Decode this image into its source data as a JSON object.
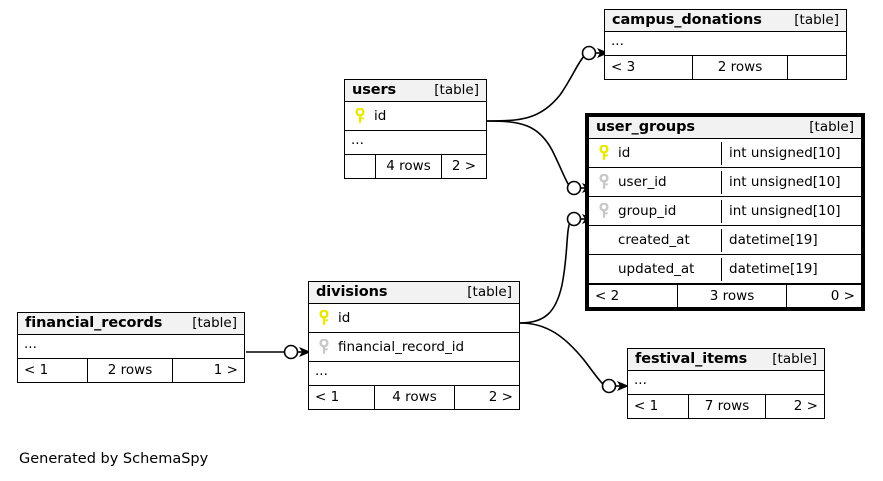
{
  "diagram": {
    "caption": "Generated by SchemaSpy",
    "table_tag": "[table]",
    "ellipsis": "...",
    "colors": {
      "background": "#ffffff",
      "header_fill": "#f2f2f2",
      "border": "#000000",
      "primary_key": "#e8e800",
      "foreign_key": "#c8c8c8",
      "edge": "#000000"
    }
  },
  "tables": {
    "campus_donations": {
      "name": "campus_donations",
      "tag": "[table]",
      "columns": [],
      "has_ellipsis": true,
      "ellipsis": "...",
      "footer": {
        "left": "< 3",
        "center": "2 rows",
        "right": ""
      }
    },
    "users": {
      "name": "users",
      "tag": "[table]",
      "columns": [
        {
          "name": "id",
          "key": "primary",
          "type": ""
        }
      ],
      "has_ellipsis": true,
      "ellipsis": "...",
      "footer": {
        "left": "",
        "center": "4 rows",
        "right": "2 >"
      }
    },
    "user_groups": {
      "name": "user_groups",
      "tag": "[table]",
      "highlighted": true,
      "columns": [
        {
          "name": "id",
          "key": "primary",
          "type": "int unsigned[10]"
        },
        {
          "name": "user_id",
          "key": "foreign",
          "type": "int unsigned[10]"
        },
        {
          "name": "group_id",
          "key": "foreign",
          "type": "int unsigned[10]"
        },
        {
          "name": "created_at",
          "key": "none",
          "type": "datetime[19]"
        },
        {
          "name": "updated_at",
          "key": "none",
          "type": "datetime[19]"
        }
      ],
      "has_ellipsis": false,
      "footer": {
        "left": "< 2",
        "center": "3 rows",
        "right": "0 >"
      }
    },
    "divisions": {
      "name": "divisions",
      "tag": "[table]",
      "columns": [
        {
          "name": "id",
          "key": "primary",
          "type": ""
        },
        {
          "name": "financial_record_id",
          "key": "foreign",
          "type": ""
        }
      ],
      "has_ellipsis": true,
      "ellipsis": "...",
      "footer": {
        "left": "< 1",
        "center": "4 rows",
        "right": "2 >"
      }
    },
    "financial_records": {
      "name": "financial_records",
      "tag": "[table]",
      "columns": [],
      "has_ellipsis": true,
      "ellipsis": "...",
      "footer": {
        "left": "< 1",
        "center": "2 rows",
        "right": "1 >"
      }
    },
    "festival_items": {
      "name": "festival_items",
      "tag": "[table]",
      "columns": [],
      "has_ellipsis": true,
      "ellipsis": "...",
      "footer": {
        "left": "< 1",
        "center": "7 rows",
        "right": "2 >"
      }
    }
  },
  "relationships": [
    {
      "from": "users.id",
      "to": "campus_donations"
    },
    {
      "from": "users.id",
      "to": "user_groups.user_id"
    },
    {
      "from": "divisions.id",
      "to": "user_groups.group_id"
    },
    {
      "from": "divisions.id",
      "to": "festival_items"
    },
    {
      "from": "financial_records",
      "to": "divisions.financial_record_id"
    }
  ]
}
